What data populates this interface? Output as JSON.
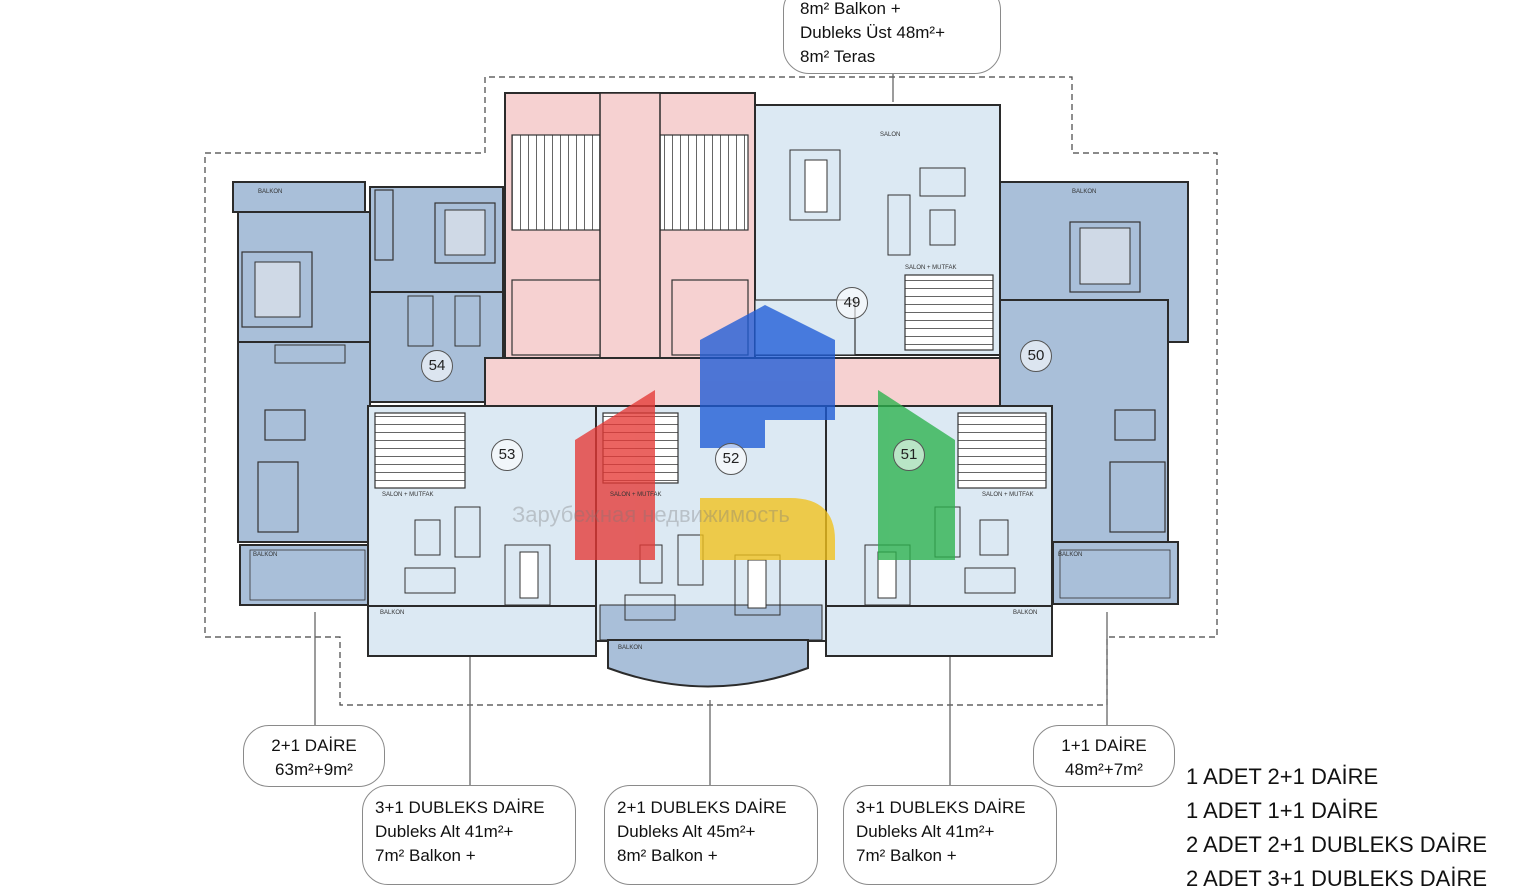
{
  "top_callout": {
    "lines": [
      "8m² Balkon +",
      "Dubleks Üst 48m²+",
      "8m² Teras"
    ]
  },
  "callouts": [
    {
      "id": "unit-2plus1",
      "lines": [
        "2+1 DAİRE",
        "63m²+9m²"
      ]
    },
    {
      "id": "unit-1plus1",
      "lines": [
        "1+1 DAİRE",
        "48m²+7m²"
      ]
    },
    {
      "id": "unit-3plus1-duplex-left",
      "lines": [
        "3+1 DUBLEKS DAİRE",
        "Dubleks Alt 41m²+",
        "7m² Balkon +"
      ]
    },
    {
      "id": "unit-2plus1-duplex",
      "lines": [
        "2+1 DUBLEKS DAİRE",
        "Dubleks Alt 45m²+",
        "8m² Balkon +"
      ]
    },
    {
      "id": "unit-3plus1-duplex-right",
      "lines": [
        "3+1 DUBLEKS DAİRE",
        "Dubleks Alt 41m²+",
        "7m² Balkon +"
      ]
    }
  ],
  "summary": {
    "lines": [
      "1 ADET 2+1 DAİRE",
      "1 ADET 1+1 DAİRE",
      "2 ADET 2+1 DUBLEKS DAİRE",
      "2 ADET 3+1 DUBLEKS DAİRE"
    ]
  },
  "unit_numbers": [
    "49",
    "50",
    "51",
    "52",
    "53",
    "54"
  ],
  "room_labels": {
    "balkon": "BALKON",
    "salon": "SALON",
    "salon_mutfak": "SALON + MUTFAK"
  },
  "watermark": {
    "text": "Зарубежная недвижимость",
    "colors": {
      "red": "#e53935",
      "blue": "#1e5bd6",
      "green": "#2bb24c",
      "yellow": "#f2c21b"
    }
  },
  "colors": {
    "unit_blue": "#a9bfd9",
    "unit_light": "#dce9f3",
    "core_pink": "#f6d1d1",
    "wall": "#2b2b2b"
  }
}
